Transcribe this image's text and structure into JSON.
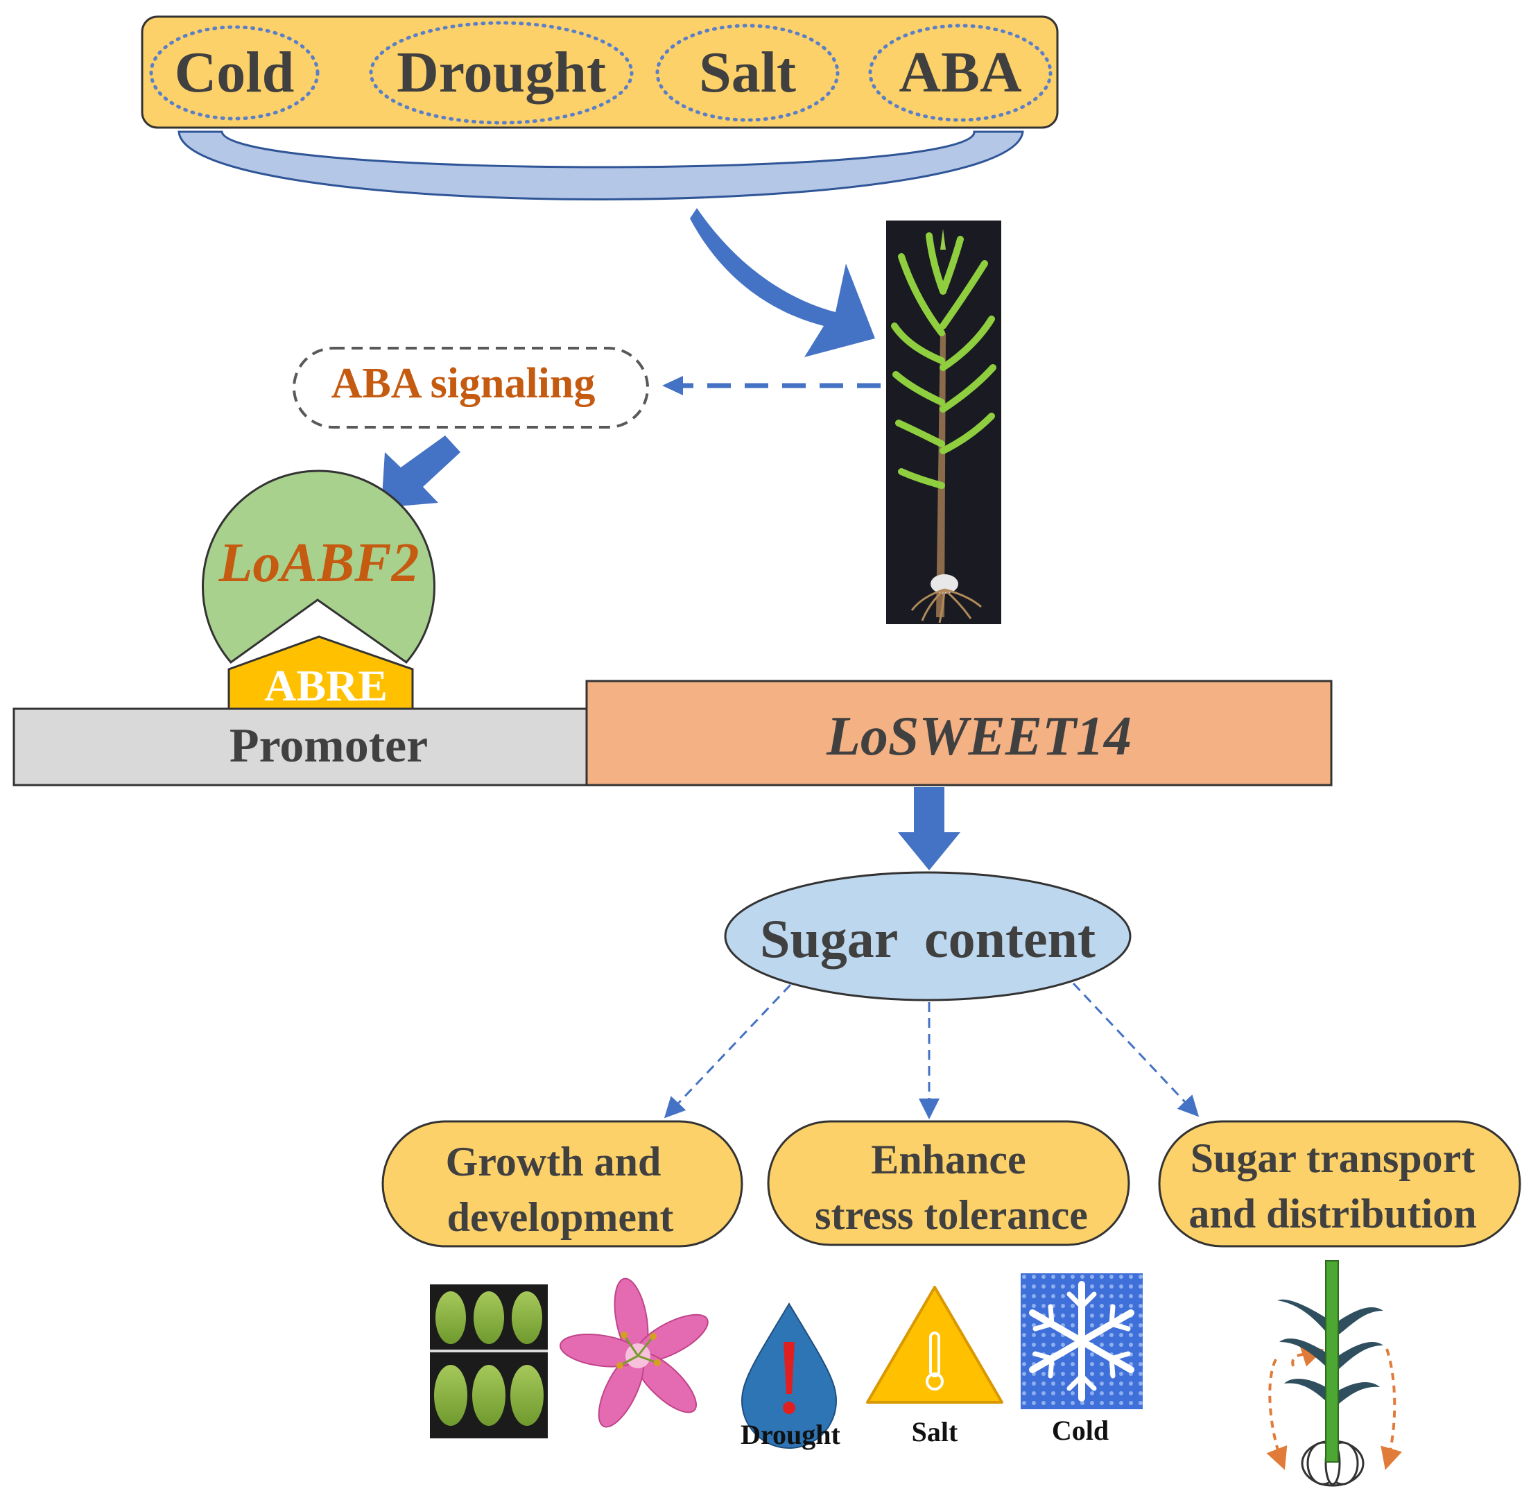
{
  "stresses": {
    "cold": "Cold",
    "drought": "Drought",
    "salt": "Salt",
    "aba": "ABA"
  },
  "signaling": "ABA signaling",
  "tf": "LoABF2",
  "abre": "ABRE",
  "promoter": "Promoter",
  "gene": "LoSWEET14",
  "sugar": "Sugar  content",
  "outcomes": {
    "growth": {
      "line1": "Growth and",
      "line2": "development"
    },
    "stress": {
      "line1": "Enhance",
      "line2": "stress tolerance"
    },
    "transport": {
      "line1": "Sugar transport",
      "line2": "and distribution"
    }
  },
  "icons": {
    "drought": "Drought",
    "salt": "Salt",
    "cold": "Cold"
  },
  "colors": {
    "stress_bar": "#FDD169",
    "blue_arrow": "#4472C4",
    "tf_green": "#A9D18E",
    "abre_gold": "#FFC000",
    "promoter_gray": "#D9D9D9",
    "gene_orange": "#F4B183",
    "sugar_blue": "#BDD7EE",
    "accent_text": "#C55A11",
    "dark_text": "#404040"
  }
}
